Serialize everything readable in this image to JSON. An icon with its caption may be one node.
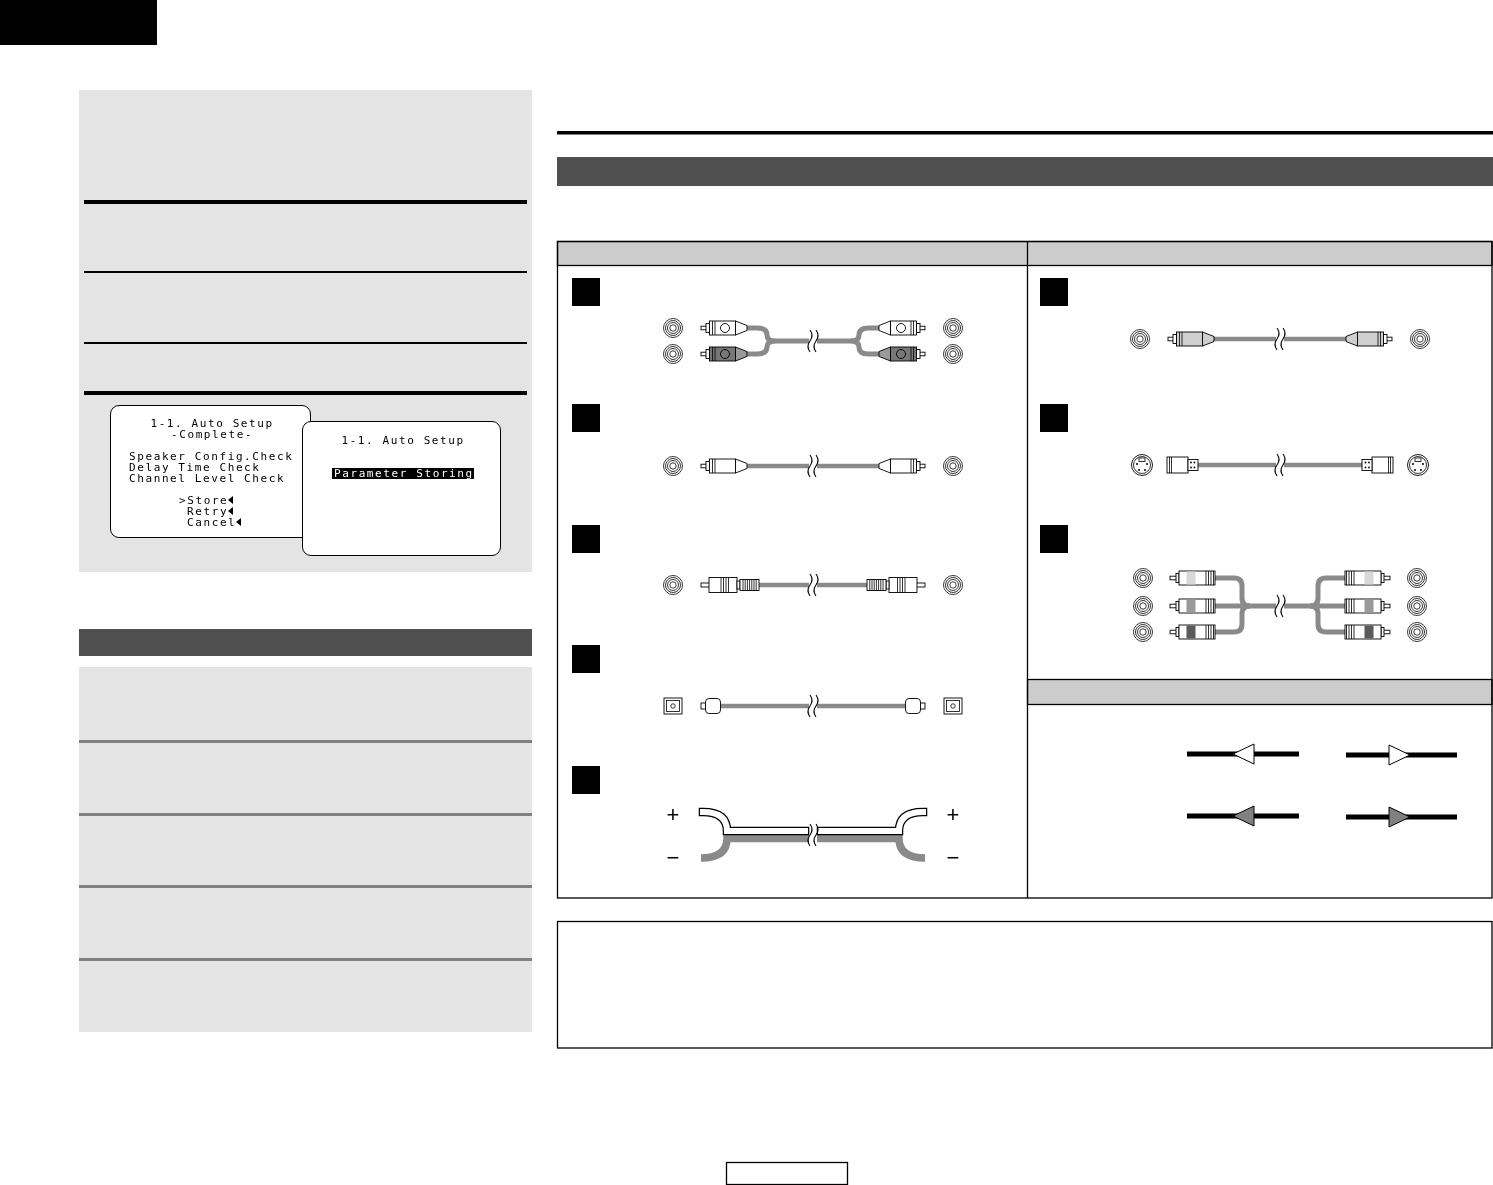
{
  "diagram": {
    "nodes": [
      {
        "text": [
          "1-1. Auto Setup",
          "-Complete-",
          "Speaker Config.Check",
          "Delay Time Check",
          "Channel Level Check",
          ">Store",
          "Retry",
          "Cancel"
        ]
      },
      {
        "text": [
          "1-1. Auto Setup",
          "Parameter Storing"
        ]
      }
    ],
    "labels": [
      "+",
      "+",
      "−",
      "−"
    ]
  }
}
